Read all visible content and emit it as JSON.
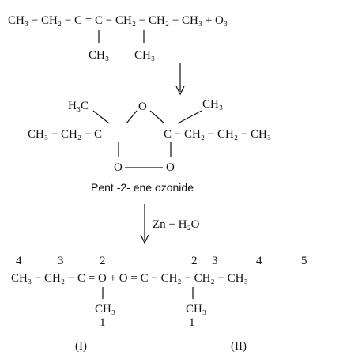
{
  "colors": {
    "ink": "#111111",
    "background": "#ffffff"
  },
  "reactant": {
    "main": "CH₃ − CH₂ − C   =   C − CH₂ − CH₂ − CH₃ + O₃",
    "branch_left": "CH₃",
    "branch_right": "CH₃"
  },
  "ozonide": {
    "h3c": "H₃C",
    "ring_top_o": "O",
    "ch3_top_right": "CH₃",
    "left_chain": "CH₃ − CH₂ − C",
    "right_chain": "C − CH₂ − CH₂ − CH₃",
    "o_bottom_left": "O",
    "o_bottom_right": "O",
    "name": "Pent -2- ene ozonide"
  },
  "reagent": "Zn + H₂O",
  "products": {
    "numbers_top": {
      "n4a": "4",
      "n3a": "3",
      "n2a": "2",
      "n2b": "2",
      "n3b": "3",
      "n4b": "4",
      "n5b": "5"
    },
    "equation": "CH₃ − CH₂ − C = O + O = C − CH₂ − CH₂ − CH₃",
    "branch_left": "CH₃",
    "branch_right": "CH₃",
    "n1_left": "1",
    "n1_right": "1",
    "label_I": "(I)",
    "label_II": "(II)"
  }
}
